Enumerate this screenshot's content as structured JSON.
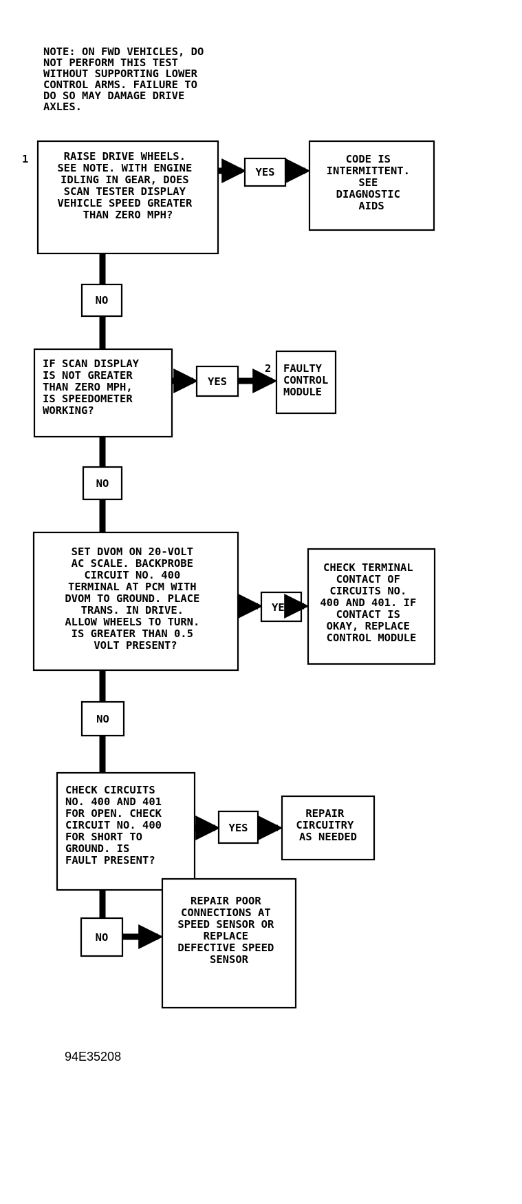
{
  "note": [
    "NOTE: ON FWD VEHICLES, DO",
    "NOT PERFORM THIS TEST",
    "WITHOUT SUPPORTING LOWER",
    "CONTROL ARMS. FAILURE TO",
    "DO SO MAY DAMAGE DRIVE",
    "AXLES."
  ],
  "steps": [
    {
      "number": "1",
      "lines": [
        "RAISE DRIVE WHEELS.",
        "SEE NOTE. WITH ENGINE",
        "IDLING IN GEAR, DOES",
        "SCAN TESTER DISPLAY",
        "VEHICLE SPEED GREATER",
        "THAN ZERO MPH?"
      ]
    },
    {
      "number": "",
      "lines": [
        "IF SCAN DISPLAY",
        "IS NOT GREATER",
        "THAN ZERO MPH,",
        "IS SPEEDOMETER",
        "WORKING?"
      ]
    },
    {
      "number": "",
      "lines": [
        "SET DVOM ON 20-VOLT",
        "AC SCALE. BACKPROBE",
        "CIRCUIT NO. 400",
        "TERMINAL AT PCM WITH",
        "DVOM TO GROUND. PLACE",
        "TRANS. IN DRIVE.",
        "ALLOW WHEELS TO TURN.",
        "IS GREATER THAN 0.5",
        "VOLT PRESENT?"
      ]
    },
    {
      "number": "",
      "lines": [
        "CHECK CIRCUITS",
        "NO. 400 AND 401",
        "FOR OPEN. CHECK",
        "CIRCUIT NO. 400",
        "FOR SHORT TO",
        "GROUND. IS",
        "FAULT PRESENT?"
      ]
    }
  ],
  "results": [
    {
      "number": "",
      "lines": [
        "CODE IS",
        "INTERMITTENT.",
        "SEE",
        "DIAGNOSTIC",
        "AIDS"
      ]
    },
    {
      "number": "2",
      "lines": [
        "FAULTY",
        "CONTROL",
        "MODULE"
      ]
    },
    {
      "number": "",
      "lines": [
        "CHECK TERMINAL",
        "CONTACT OF",
        "CIRCUITS NO.",
        "400 AND 401. IF",
        "CONTACT IS",
        "OKAY, REPLACE",
        "CONTROL MODULE"
      ]
    },
    {
      "number": "",
      "lines": [
        "REPAIR",
        "CIRCUITRY",
        "AS NEEDED"
      ]
    },
    {
      "number": "",
      "lines": [
        "REPAIR POOR",
        "CONNECTIONS AT",
        "SPEED SENSOR OR",
        "REPLACE",
        "DEFECTIVE SPEED",
        "SENSOR"
      ]
    }
  ],
  "labels": {
    "yes": "YES",
    "no": "NO"
  },
  "figure_id": "94E35208"
}
